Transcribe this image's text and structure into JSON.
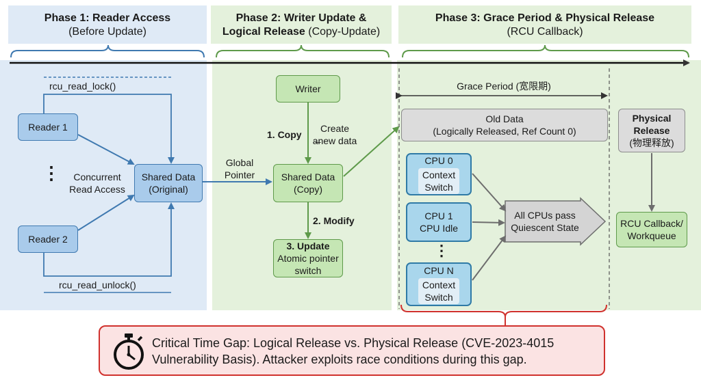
{
  "phases": [
    {
      "title_bold": "Phase 1: Reader Access",
      "subtitle": "(Before Update)"
    },
    {
      "title_bold": "Phase 2: Writer Update &",
      "title_bold2": "Logical Release",
      "subtitle": "(Copy-Update)"
    },
    {
      "title_bold": "Phase 3: Grace Period & Physical Release",
      "subtitle": "(RCU Callback)"
    }
  ],
  "phase1": {
    "rcu_read_lock": "rcu_read_lock()",
    "rcu_read_unlock": "rcu_read_unlock()",
    "reader1": "Reader 1",
    "reader2": "Reader 2",
    "dots": "⋮",
    "concurrent": "Concurrent",
    "read_access": "Read Access",
    "shared_line1": "Shared Data",
    "shared_line2": "(Original)"
  },
  "phase2": {
    "global_pointer_1": "Global",
    "global_pointer_2": "Pointer",
    "writer": "Writer",
    "copy_step": "1. Copy",
    "create_1": "Create",
    "create_2": "a̶new data",
    "shared_line1": "Shared Data",
    "shared_line2": "(Copy)",
    "modify_step": "2. Modify",
    "update_title": "3. Update",
    "update_l1": "Atomic pointer",
    "update_l2": "switch"
  },
  "phase3": {
    "grace_period": "Grace Period (宽限期)",
    "old_data_l1": "Old Data",
    "old_data_l2": "(Logically Released, Ref Count 0)",
    "cpu0_title": "CPU 0",
    "cpu0_l1": "Context",
    "cpu0_l2": "Switch",
    "cpu1_title": "CPU 1",
    "cpu1_l1": "CPU Idle",
    "cpu_dots": "⋮",
    "cpun_title": "CPU N",
    "cpun_l1": "Context",
    "cpun_l2": "Switch",
    "quiescent_l1": "All CPUs pass",
    "quiescent_l2": "Quiescent State",
    "physical_l1": "Physical",
    "physical_l2": "Release",
    "physical_l3": "(物理释放)",
    "callback_l1": "RCU Callback/",
    "callback_l2": "Workqueue"
  },
  "warning": {
    "line1": "Critical Time Gap: Logical Release vs. Physical Release (CVE-2023-4015",
    "line2": "Vulnerability Basis). Attacker exploits race conditions during this gap.",
    "icon": "stopwatch-icon"
  },
  "colors": {
    "phase1_bg": "#dfeaf6",
    "phase2_bg": "#e4f1dc",
    "phase3_bg": "#e4f1dc",
    "blue_stroke": "#3f79b0",
    "green_stroke": "#5e9a4a",
    "warning_border": "#d0312d",
    "warning_bg": "#fbe3e3"
  }
}
